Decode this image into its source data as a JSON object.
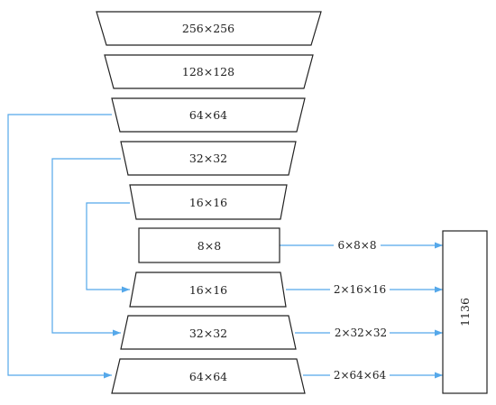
{
  "colors": {
    "connector": "#55a8ea",
    "outline": "#222222"
  },
  "encoder": [
    {
      "id": "enc-256",
      "label": "256×256"
    },
    {
      "id": "enc-128",
      "label": "128×128"
    },
    {
      "id": "enc-64",
      "label": "64×64"
    },
    {
      "id": "enc-32",
      "label": "32×32"
    },
    {
      "id": "enc-16",
      "label": "16×16"
    }
  ],
  "bottleneck": {
    "id": "bottleneck-8",
    "label": "8×8"
  },
  "decoder": [
    {
      "id": "dec-16",
      "label": "16×16"
    },
    {
      "id": "dec-32",
      "label": "32×32"
    },
    {
      "id": "dec-64",
      "label": "64×64"
    }
  ],
  "output": {
    "label": "1136"
  },
  "edges": [
    {
      "label": "6×8×8"
    },
    {
      "label": "2×16×16"
    },
    {
      "label": "2×32×32"
    },
    {
      "label": "2×64×64"
    }
  ]
}
